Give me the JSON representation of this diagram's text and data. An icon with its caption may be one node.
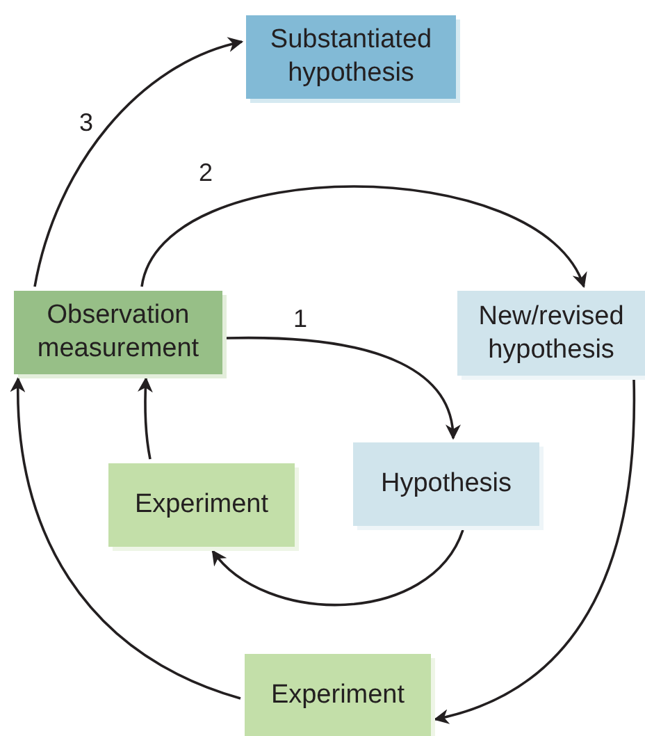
{
  "diagram": {
    "nodes": [
      {
        "text": [
          "Substantiated hypothesis"
        ]
      },
      {
        "text": [
          "Observation measurement"
        ]
      },
      {
        "text": [
          "New/revised hypothesis"
        ]
      },
      {
        "text": [
          "Experiment"
        ]
      },
      {
        "text": [
          "Hypothesis"
        ]
      },
      {
        "text": [
          "Experiment"
        ]
      }
    ],
    "edges": [
      {
        "from": 1,
        "to": 0,
        "arrow": "to",
        "label": "3"
      },
      {
        "from": 1,
        "to": 2,
        "arrow": "to",
        "label": "2"
      },
      {
        "from": 1,
        "to": 4,
        "arrow": "to",
        "label": "1"
      },
      {
        "from": 4,
        "to": 3,
        "arrow": "to"
      },
      {
        "from": 3,
        "to": 1,
        "arrow": "to"
      },
      {
        "from": 2,
        "to": 5,
        "arrow": "to"
      },
      {
        "from": 5,
        "to": 1,
        "arrow": "to"
      }
    ]
  }
}
